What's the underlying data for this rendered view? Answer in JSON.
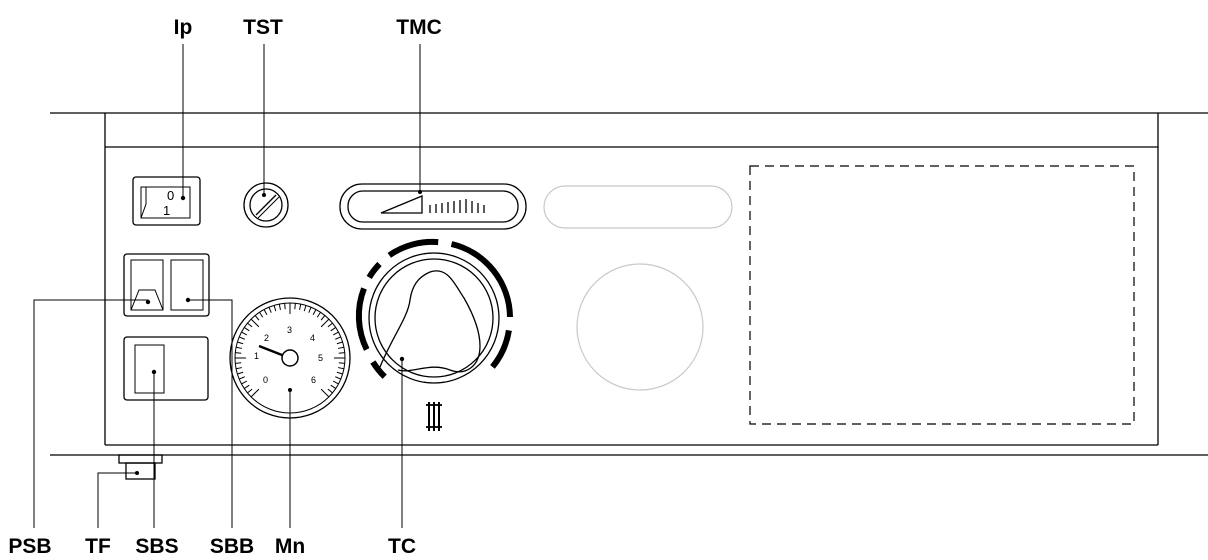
{
  "labels": {
    "ip": "Ip",
    "tst": "TST",
    "tmc": "TMC",
    "psb": "PSB",
    "tf": "TF",
    "sbs": "SBS",
    "sbb": "SBB",
    "mn": "Mn",
    "tc": "TC"
  },
  "main_switch": {
    "off": "0",
    "on": "1"
  },
  "pressure_gauge": {
    "scale": [
      "0",
      "1",
      "2",
      "3",
      "4",
      "5",
      "6"
    ]
  }
}
